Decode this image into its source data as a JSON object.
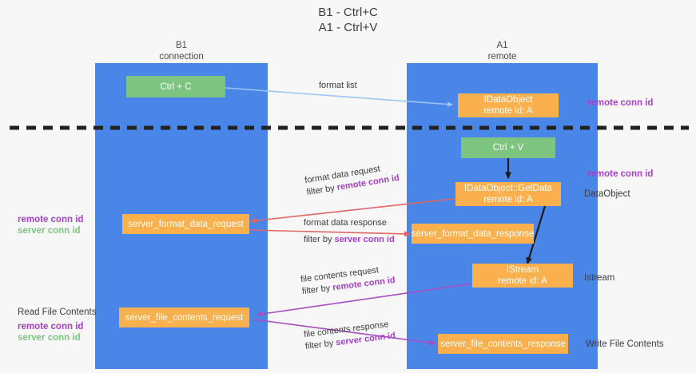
{
  "title": {
    "line1": "B1 - Ctrl+C",
    "line2": "A1 - Ctrl+V"
  },
  "columns": [
    {
      "name": "B1",
      "role": "connection"
    },
    {
      "name": "A1",
      "role": "remote"
    }
  ],
  "colors": {
    "lane": "#4a86e8",
    "green_box": "#7cc47f",
    "orange_box": "#fbb04e",
    "remote_conn_id": "#a83fc8",
    "server_conn_id_left": "#7cc47f",
    "server_conn_id_mid": "#a83fc8",
    "arrow_format_list": "#9fc5f8",
    "arrow_red": "#e06666",
    "arrow_purple": "#a64ec0",
    "arrow_black": "#1b1b1b",
    "divider": "#222222",
    "background": "#f7f7f7"
  },
  "boxes": {
    "ctrl_c": "Ctrl + C",
    "ctrl_v": "Ctrl + V",
    "idataobject": {
      "line1": "IDataObject",
      "line2": "remote id: A"
    },
    "idataobject_getdata": {
      "line1": "IDataObject::GetData",
      "line2": "remote id: A"
    },
    "istream": {
      "line1": "IStream",
      "line2": "remote id: A"
    },
    "server_format_data_request": "server_format_data_request",
    "server_format_data_response": "server_format_data_response",
    "server_file_contents_request": "server_file_contents_request",
    "server_file_contents_response": "server_file_contents_response"
  },
  "edges": {
    "format_list": "format list",
    "format_data_request": "format data request",
    "format_data_request_filter_prefix": "filter by ",
    "format_data_request_filter_key": "remote conn id",
    "format_data_response": "format data response",
    "format_data_response_filter_prefix": "filter by ",
    "format_data_response_filter_key": "server conn id",
    "file_contents_request": "file contents request",
    "file_contents_request_filter_prefix": "filter by ",
    "file_contents_request_filter_key": "remote conn id",
    "file_contents_response": "file contents response",
    "file_contents_response_filter_prefix": "filter by ",
    "file_contents_response_filter_key": "server conn id"
  },
  "annotations": {
    "right_remote_conn_id_1": "remote conn id",
    "right_remote_conn_id_2": "remote conn id",
    "right_dataobject": "DataObject",
    "right_istream": "Istream",
    "right_write_file_contents": "Write File Contents",
    "left_remote_conn_id_1": "remote conn id",
    "left_server_conn_id_1": "server conn id",
    "left_read_file_contents": "Read File Contents",
    "left_remote_conn_id_2": "remote conn id",
    "left_server_conn_id_2": "server conn id"
  }
}
